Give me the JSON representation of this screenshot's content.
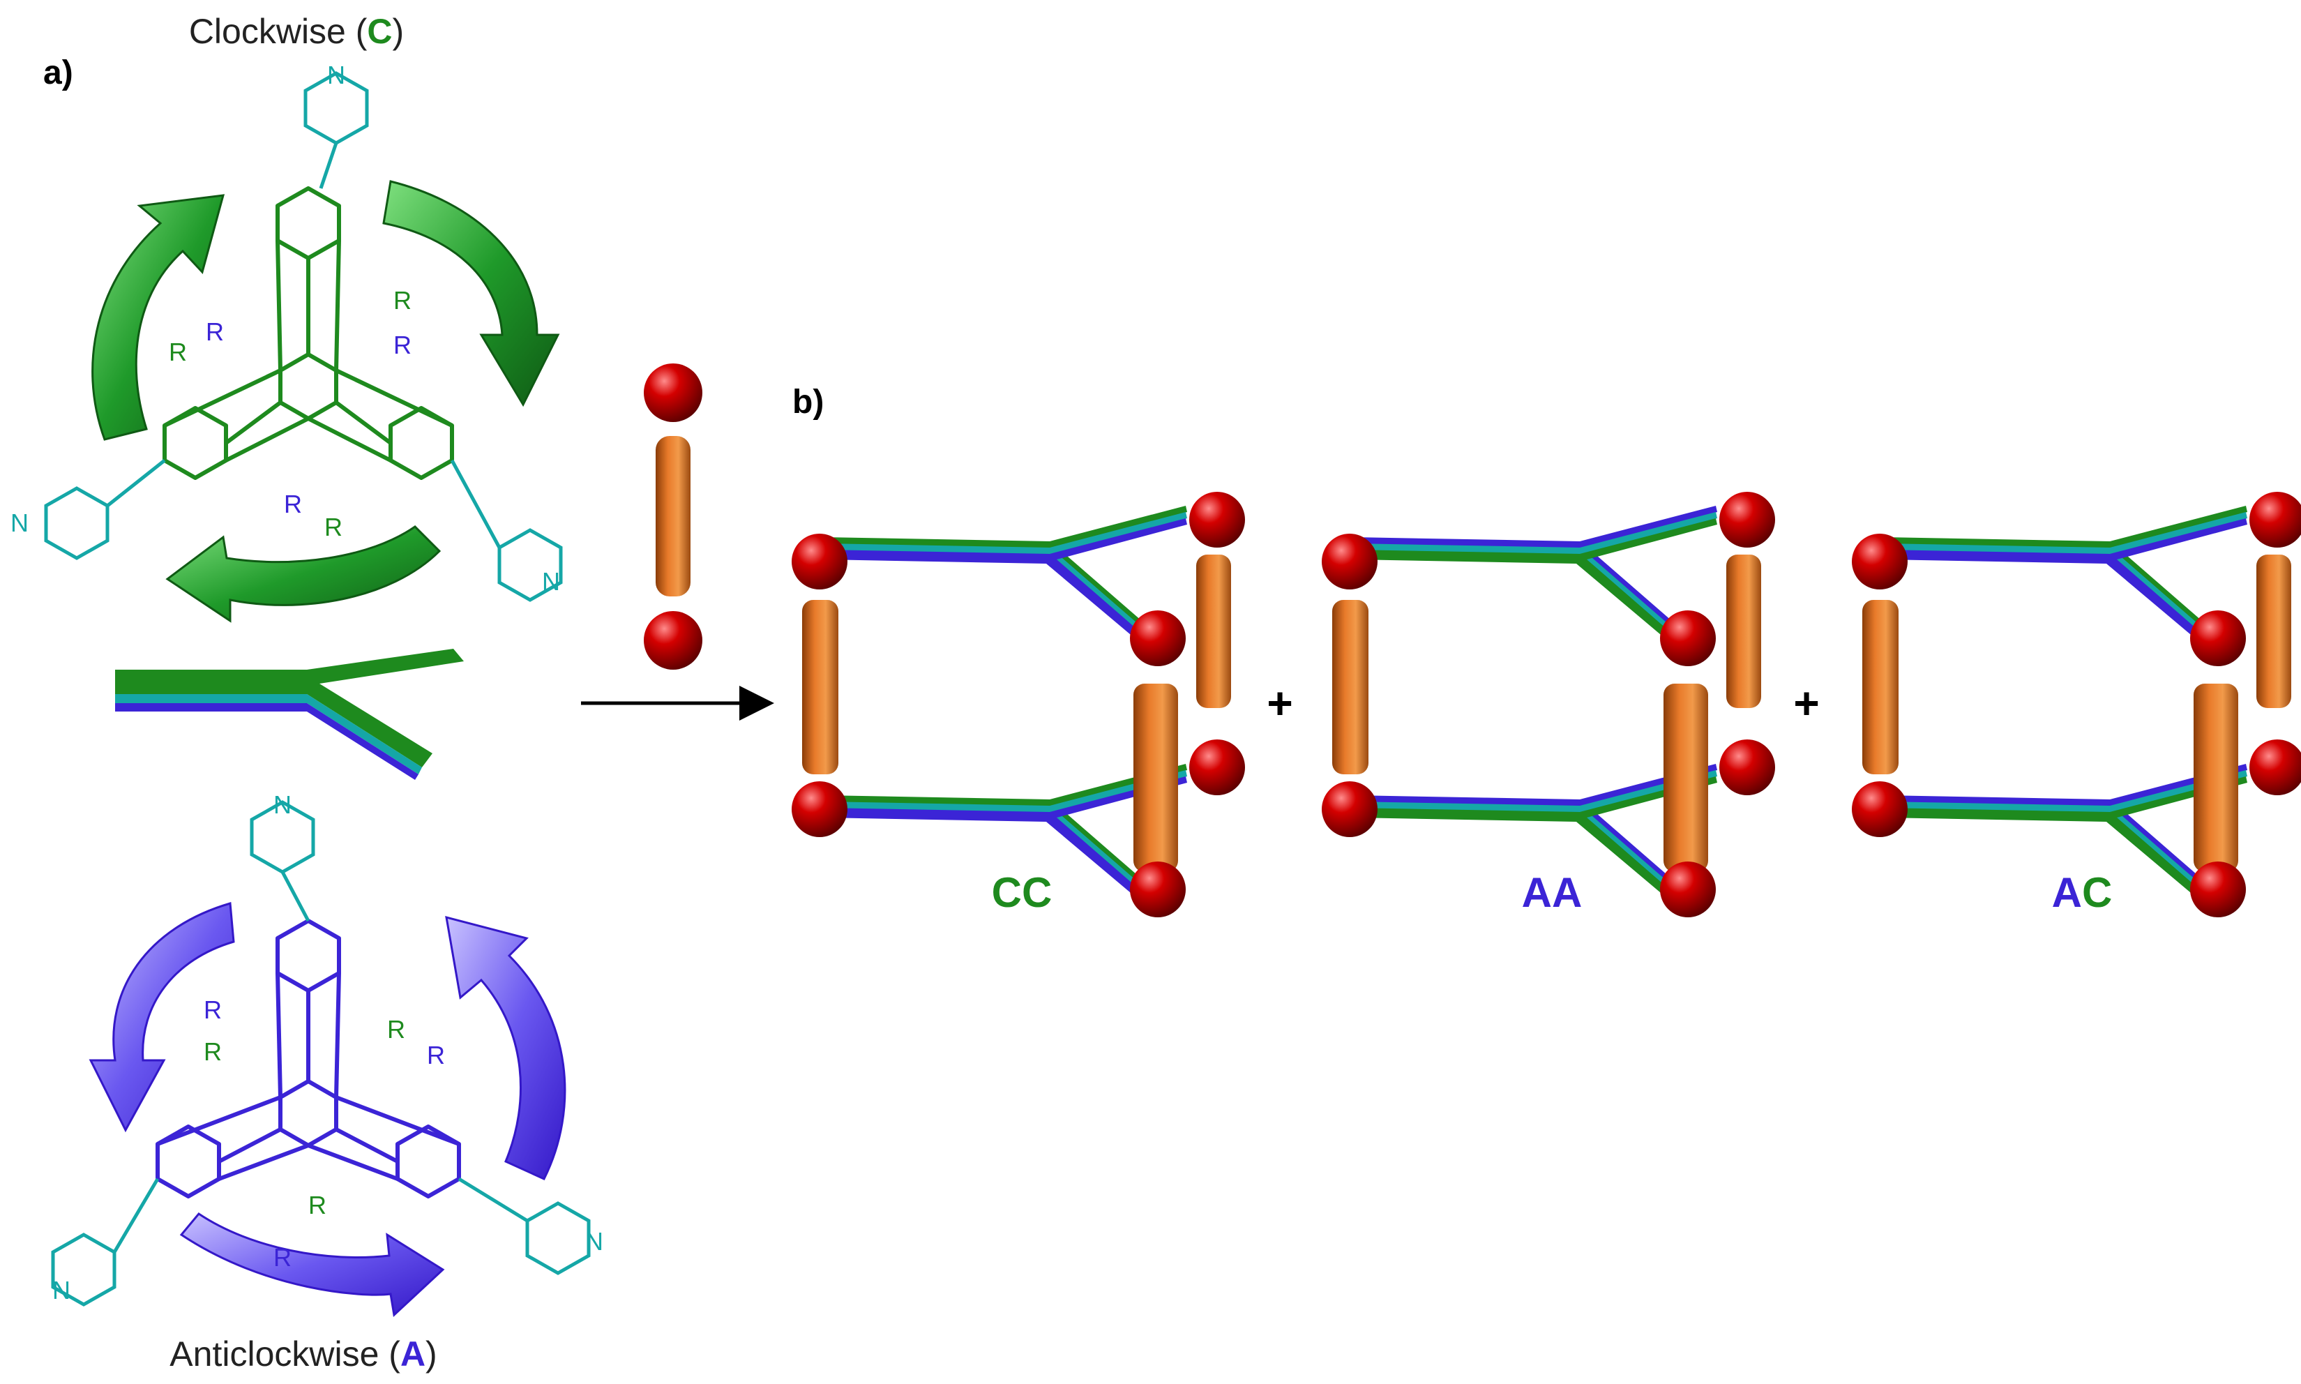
{
  "panel_a": {
    "label": "a)",
    "title_clockwise": {
      "prefix": "Clockwise (",
      "letter": "C",
      "suffix": ")"
    },
    "title_anticlockwise": {
      "prefix": "Anticlockwise (",
      "letter": "A",
      "suffix": ")"
    },
    "atom_N": "N",
    "atom_R": "R"
  },
  "panel_b": {
    "label": "b)",
    "plus": "+",
    "cages": [
      {
        "first": "C",
        "second": "C"
      },
      {
        "first": "A",
        "second": "A"
      },
      {
        "first": "A",
        "second": "C"
      }
    ]
  },
  "colors": {
    "clockwise_green": "#1e8a1e",
    "anticlockwise_blue": "#3b24d6",
    "pyridine_teal": "#15a7a7",
    "rod_orange": "#d9691a",
    "sphere_red": "#c40000"
  }
}
